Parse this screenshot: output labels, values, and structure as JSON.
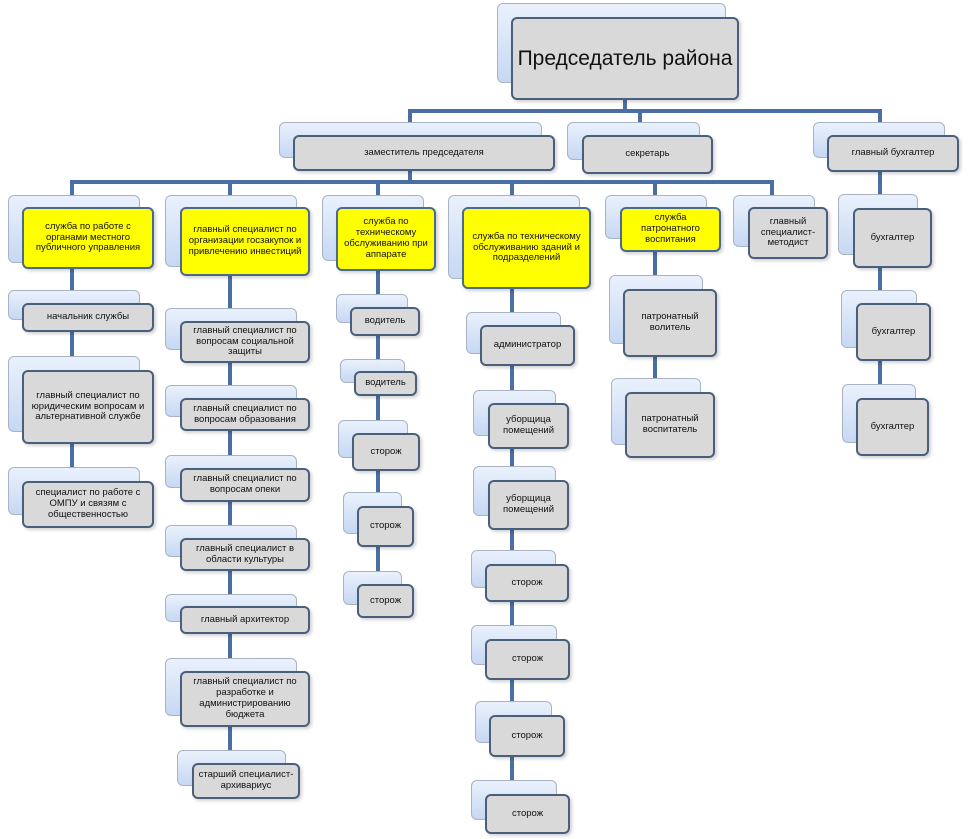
{
  "diagram": {
    "chair": "Председатель района",
    "deputy": "заместитель председателя",
    "secretary": "секретарь",
    "chief_accountant": "главный бухгалтер",
    "service_local_gov": "служба по работе с органами местного публичного управления",
    "chief_spec_procurement": "главный специалист по организации госзакупок и привлечению инвестиций",
    "service_tech_apparatus": "служба по техническому обслуживанию при аппарате",
    "service_tech_buildings": "служба по техническому обслуживанию зданий и подразделений",
    "service_patronage": "служба патронатного воспитания",
    "chief_spec_methodist": "главный специалист-методист",
    "head_of_service": "начальник службы",
    "chief_spec_legal": "главный специалист по юридическим вопросам и альтернативной службе",
    "spec_ompu": "специалист по работе с ОМПУ и связям с общественностью",
    "chief_spec_social": "главный специалист по вопросам социальной защиты",
    "chief_spec_education": "главный специалист по вопросам образования",
    "chief_spec_guardianship": "главный специалист по вопросам опеки",
    "chief_spec_culture": "главный специалист в области культуры",
    "chief_architect": "главный архитектор",
    "chief_spec_budget": "главный специалист по разработке и администрированию бюджета",
    "senior_archivist": "старший специалист-архивариус",
    "driver": "водитель",
    "watchman": "сторож",
    "administrator": "администратор",
    "cleaner": "уборщица помещений",
    "patronage_educator_1": "патронатный волитель",
    "patronage_educator_2": "патронатный воспитатель",
    "accountant": "бухгалтер"
  },
  "colors": {
    "connector": "#4a6fa5",
    "highlight": "#ffff00",
    "box_fill": "#d9d9d9",
    "box_border": "#4a5f7c"
  }
}
